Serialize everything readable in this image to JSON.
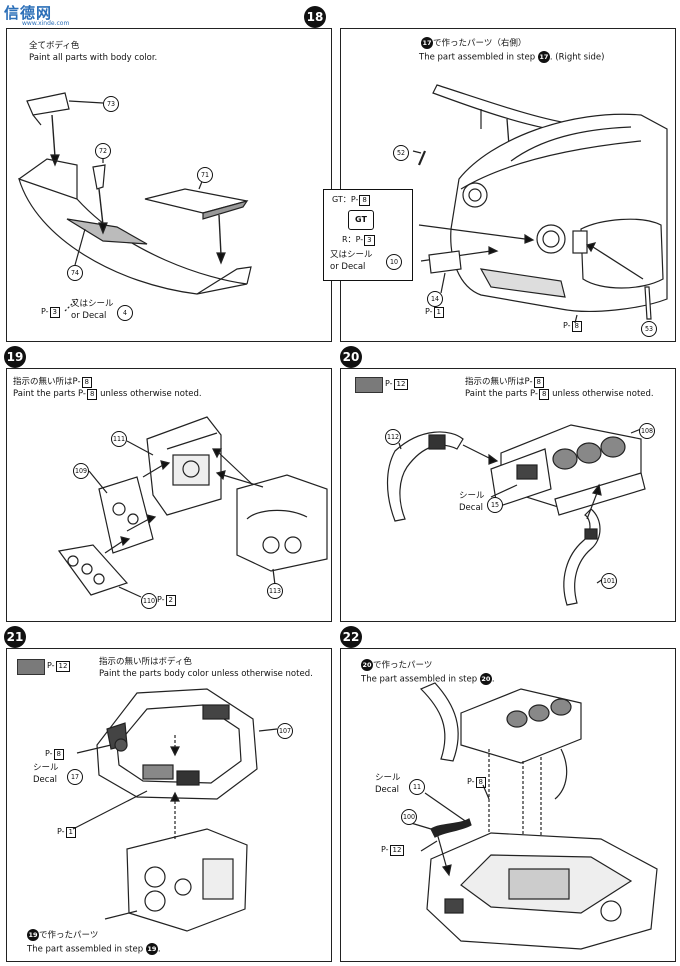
{
  "watermark": {
    "chars": "信德网",
    "url": "www.xinde.com"
  },
  "step17": {
    "ja": "全てボディ色",
    "en": "Paint all parts with body color.",
    "parts": [
      "73",
      "72",
      "71",
      "74"
    ],
    "code_prefix": "P-",
    "code_num": "3",
    "decal_ja": "又はシール",
    "decal_en": "or   Decal",
    "decal_num": "4"
  },
  "step18": {
    "num": "18",
    "assembled_ja_num": "17",
    "assembled_ja": "で作ったパーツ（右側）",
    "assembled_en": "The part assembled in step",
    "assembled_en_num": "17",
    "assembled_en_tail": ". (Right side)",
    "parts": [
      "52",
      "14",
      "53"
    ],
    "gt_label": "GT：",
    "gt_code": "8",
    "gt_badge": "GT",
    "r_label": "R：",
    "r_code": "3",
    "decal_ja": "又はシール",
    "decal_en": "or   Decal",
    "decal_num": "10",
    "code_14": "1",
    "code_bottom": "8"
  },
  "step19": {
    "num": "19",
    "ja": "指示の無い所は",
    "ja_code": "8",
    "en_a": "Paint the parts",
    "en_code": "8",
    "en_b": "unless otherwise noted.",
    "parts": [
      "111",
      "109",
      "110",
      "113"
    ],
    "code_110": "2"
  },
  "step20": {
    "num": "20",
    "swatch_code": "12",
    "ja": "指示の無い所は",
    "ja_code": "8",
    "en_a": "Paint the parts",
    "en_code": "8",
    "en_b": "unless otherwise noted.",
    "parts": [
      "112",
      "108",
      "101"
    ],
    "decal_ja": "シール",
    "decal_en": "Decal",
    "decal_num": "15"
  },
  "step21": {
    "num": "21",
    "swatch_code": "12",
    "ja": "指示の無い所はボディ色",
    "en": "Paint the parts body color unless otherwise noted.",
    "parts": [
      "107"
    ],
    "code_a": "8",
    "decal_ja": "シール",
    "decal_en": "Decal",
    "decal_num": "17",
    "code_b": "1",
    "assembled_ja_num": "19",
    "assembled_ja": "で作ったパーツ",
    "assembled_en": "The part assembled in step",
    "assembled_en_num": "19"
  },
  "step22": {
    "num": "22",
    "assembled_ja_num": "20",
    "assembled_ja": "で作ったパーツ",
    "assembled_en": "The part assembled in step",
    "assembled_en_num": "20",
    "decal_ja": "シール",
    "decal_en": "Decal",
    "decal_num": "11",
    "code_a": "8",
    "part": "100",
    "code_b": "12"
  }
}
